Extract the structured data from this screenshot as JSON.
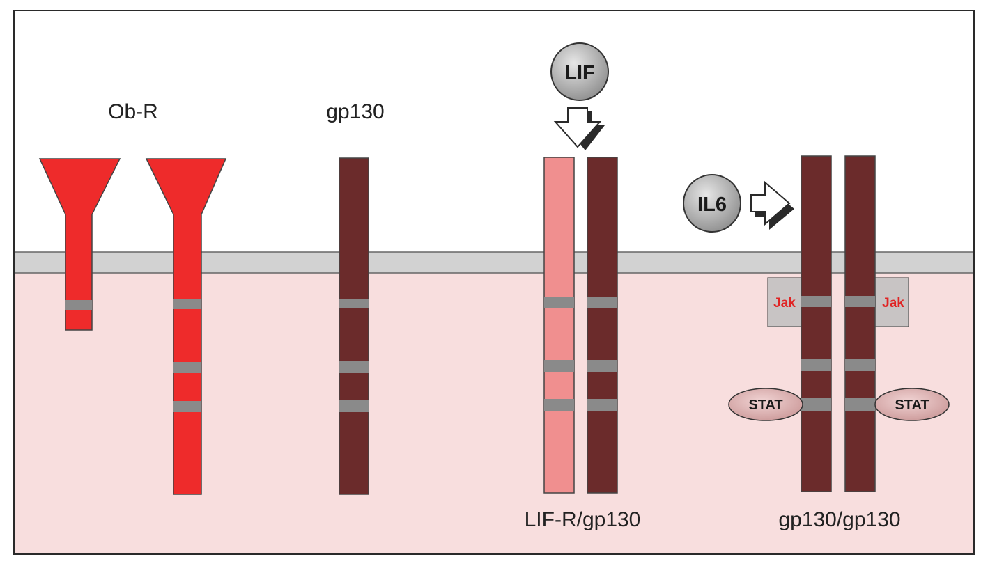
{
  "labels": {
    "obr": "Ob-R",
    "gp130": "gp130",
    "lifr_gp130": "LIF-R/gp130",
    "gp130_gp130": "gp130/gp130"
  },
  "ligands": {
    "lif": "LIF",
    "il6": "IL6"
  },
  "kinases": {
    "jak_left": "Jak",
    "jak_right": "Jak"
  },
  "transcription_factors": {
    "stat_left": "STAT",
    "stat_right": "STAT"
  },
  "colors": {
    "ob_r": "#ee2b2b",
    "lif_r": "#f08f8f",
    "gp130": "#6b2b2b",
    "cytoplasm": "#f8dede",
    "membrane": "#d2d2d2",
    "box_segment": "#8a8a8a",
    "jak_box": "#c8c4c4",
    "jak_text": "#e02424",
    "ligand_fill": "#a8a8a8",
    "stat_fill": "#d9a9a9"
  }
}
